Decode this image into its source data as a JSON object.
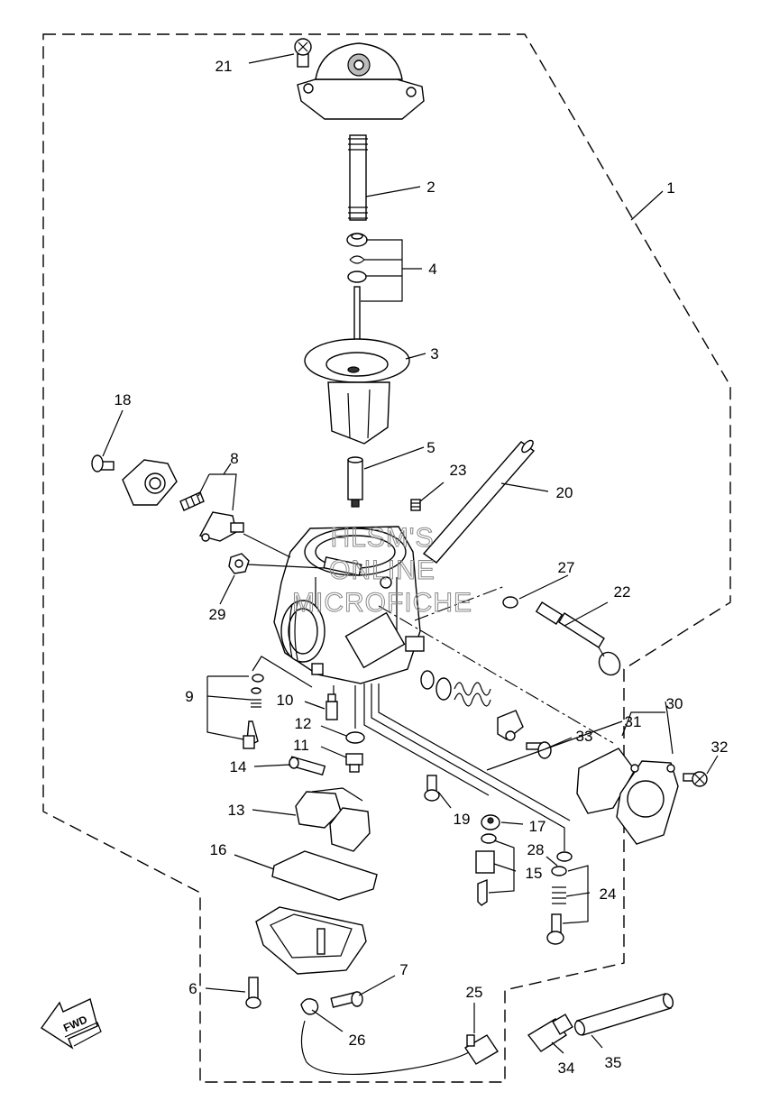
{
  "watermark": {
    "line1": "HLSM'S",
    "line2": "ONLINE",
    "line3": "MICROFICHE"
  },
  "fwd_label": "FWD",
  "callouts": [
    "1",
    "2",
    "3",
    "4",
    "5",
    "6",
    "7",
    "8",
    "9",
    "10",
    "11",
    "12",
    "13",
    "14",
    "15",
    "16",
    "17",
    "18",
    "19",
    "20",
    "21",
    "22",
    "23",
    "24",
    "25",
    "26",
    "27",
    "28",
    "29",
    "30",
    "31",
    "32",
    "33",
    "34",
    "35"
  ]
}
